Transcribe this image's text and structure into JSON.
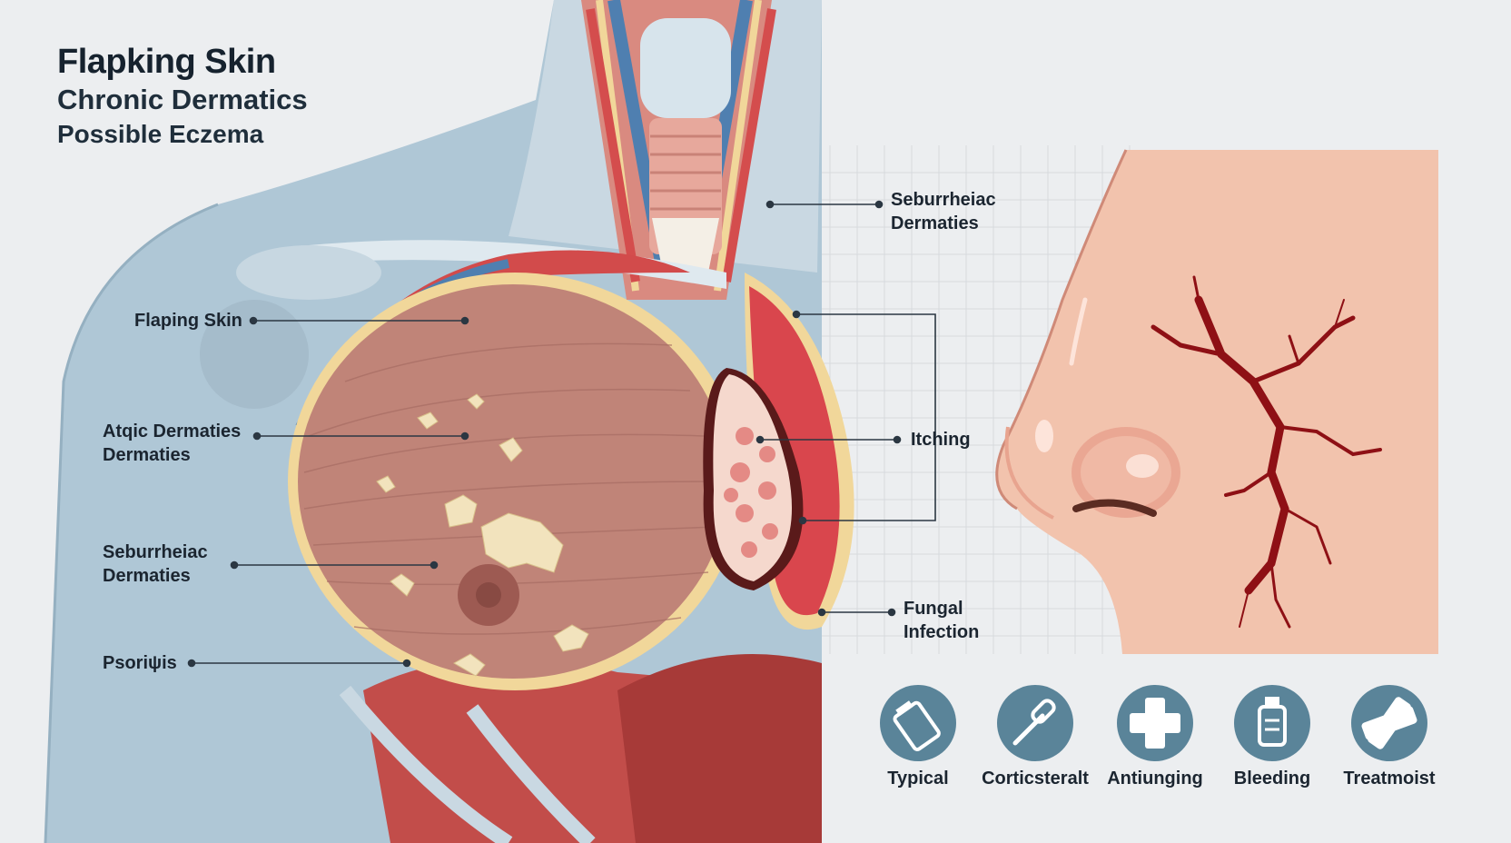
{
  "title": {
    "line1": "Flapking Skin",
    "line2": "Chronic Dermatics",
    "line3": "Possible Eczema"
  },
  "left_labels": {
    "flaking": "Flaping Skin",
    "atopic_line1": "Atqic Dermaties",
    "atopic_line2": "Dermaties",
    "seb_line1": "Seburrheiac",
    "seb_line2": "Dermaties",
    "psoriasis": "Psoriψis"
  },
  "right_labels": {
    "seb_line1": "Seburrheiac",
    "seb_line2": "Dermaties",
    "itching": "Itching",
    "fungal_line1": "Fungal",
    "fungal_line2": "Infection"
  },
  "treatments": [
    {
      "label": "Typical",
      "icon": "vial-icon"
    },
    {
      "label": "Corticsteralt",
      "icon": "dropper-icon"
    },
    {
      "label": "Antiunging",
      "icon": "cross-icon"
    },
    {
      "label": "Bleeding",
      "icon": "bottle-icon"
    },
    {
      "label": "Treatmoist",
      "icon": "bandage-icon"
    }
  ],
  "colors": {
    "background": "#eceef0",
    "body": "#afc7d6",
    "breast": "#c08478",
    "nose_skin": "#f2c3ad",
    "crack": "#8e1015",
    "icon_circle": "#5a8499"
  }
}
